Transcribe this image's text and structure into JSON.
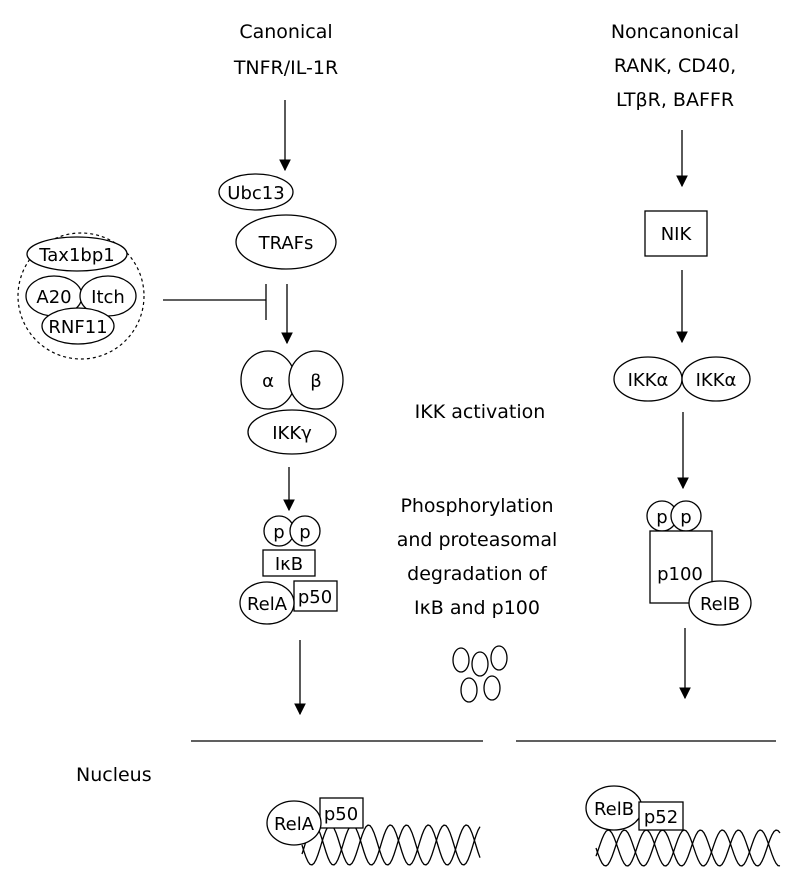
{
  "canonical": {
    "header": [
      "Canonical",
      "TNFR/IL-1R"
    ],
    "ubc13": "Ubc13",
    "trafs": "TRAFs",
    "inhibitor_complex": {
      "tax1bp1": "Tax1bp1",
      "a20": "A20",
      "itch": "Itch",
      "rnf11": "RNF11"
    },
    "ikk_alpha": "α",
    "ikk_beta": "β",
    "ikk_gamma": "IKKγ",
    "p_left": "p",
    "p_right": "p",
    "ikb": "IκB",
    "rela": "RelA",
    "p50": "p50"
  },
  "noncanonical": {
    "header": [
      "Noncanonical",
      "RANK, CD40,",
      "LTβR, BAFFR"
    ],
    "nik": "NIK",
    "ikk_alpha_left": "IKKα",
    "ikk_alpha_right": "IKKα",
    "p_left": "p",
    "p_right": "p",
    "p100": "p100",
    "relb": "RelB"
  },
  "middle": {
    "ikk_activation": "IKK activation",
    "degradation": [
      "Phosphorylation",
      "and proteasomal",
      "degradation of",
      "IκB and p100"
    ]
  },
  "nucleus": {
    "label": "Nucleus",
    "rela": "RelA",
    "p50": "p50",
    "relb": "RelB",
    "p52": "p52"
  }
}
